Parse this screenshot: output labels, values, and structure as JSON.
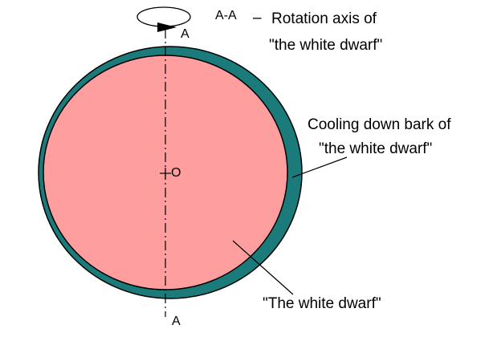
{
  "labels": {
    "axis_top": "A",
    "axis_bottom": "A",
    "axis_legend_code": "A-A",
    "axis_legend_dash": "–",
    "axis_legend_line1": "Rotation axis of",
    "axis_legend_line2": "\"the white dwarf\"",
    "bark_line1": "Cooling down bark of",
    "bark_line2": "\"the white dwarf\"",
    "dwarf_label": "\"The white dwarf\"",
    "center": "O"
  },
  "colors": {
    "shell": "#1b7b7b",
    "core": "#ff9e9e",
    "outline": "#000000",
    "background": "#ffffff"
  },
  "icons": {
    "rotation": "rotation-arrow-icon"
  }
}
